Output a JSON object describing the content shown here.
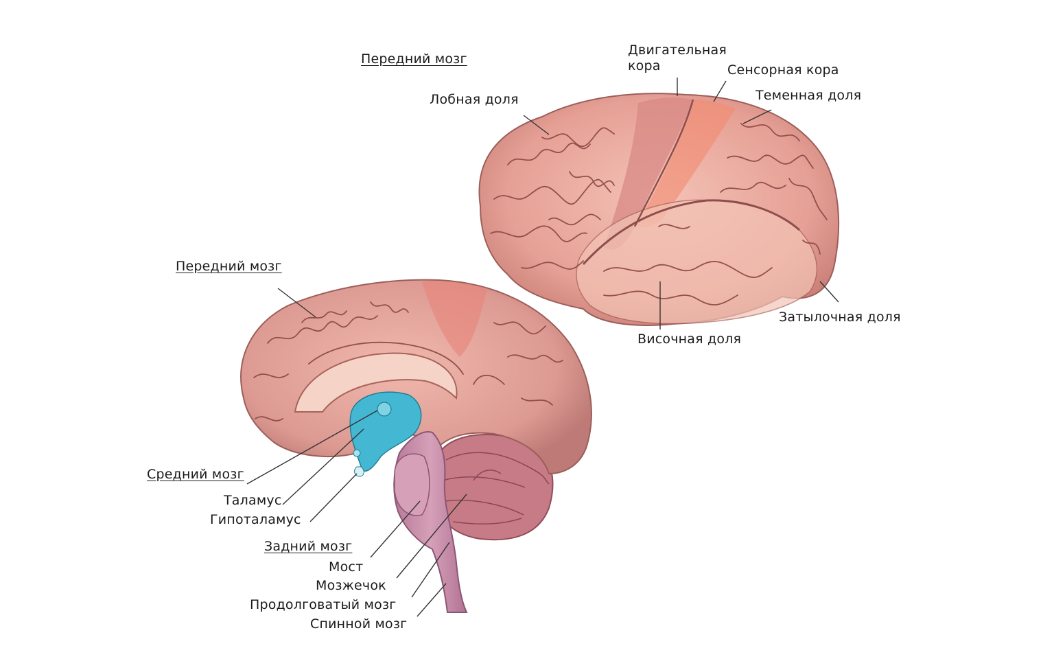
{
  "colors": {
    "cortex": "#e7a59b",
    "cortex_dark": "#b86b64",
    "motor_strip": "#d98a86",
    "sensory_strip": "#ef9a82",
    "ventricle": "#45b9d2",
    "brainstem": "#c98aa4",
    "cerebellum": "#c57b86",
    "leader_line": "#333333"
  },
  "labels": {
    "forebrain_top": "Передний мозг",
    "motor_cortex": "Двигательная\nкора",
    "sensory_cortex": "Сенсорная кора",
    "frontal_lobe": "Лобная доля",
    "parietal_lobe": "Теменная доля",
    "occipital_lobe": "Затылочная доля",
    "temporal_lobe": "Височная доля",
    "forebrain_left": "Передний мозг",
    "midbrain": "Средний мозг",
    "thalamus": "Таламус",
    "hypothalamus": "Гипоталамус",
    "hindbrain": "Задний мозг",
    "pons": "Мост",
    "cerebellum": "Мозжечок",
    "medulla": "Продолговатый мозг",
    "spinal_cord": "Спинной мозг"
  }
}
